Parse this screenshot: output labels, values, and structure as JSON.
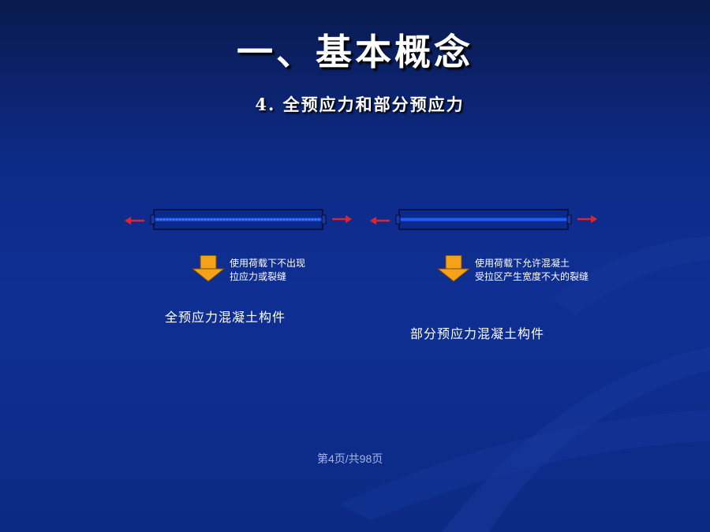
{
  "title": "一、基本概念",
  "subtitle": "4.  全预应力和部分预应力",
  "left_panel": {
    "note_line1": "使用荷载下不出现",
    "note_line2": "拉应力或裂缝",
    "label": "全预应力混凝土构件"
  },
  "right_panel": {
    "note_line1": "使用荷载下允许混凝土",
    "note_line2": "受拉区产生宽度不大的裂缝",
    "label": "部分预应力混凝土构件"
  },
  "footer": "第4页/共98页",
  "colors": {
    "background": "#0d2a86",
    "arrow_red": "#e0242a",
    "down_arrow": "#f5a21b",
    "tendon": "#1f5cff"
  }
}
